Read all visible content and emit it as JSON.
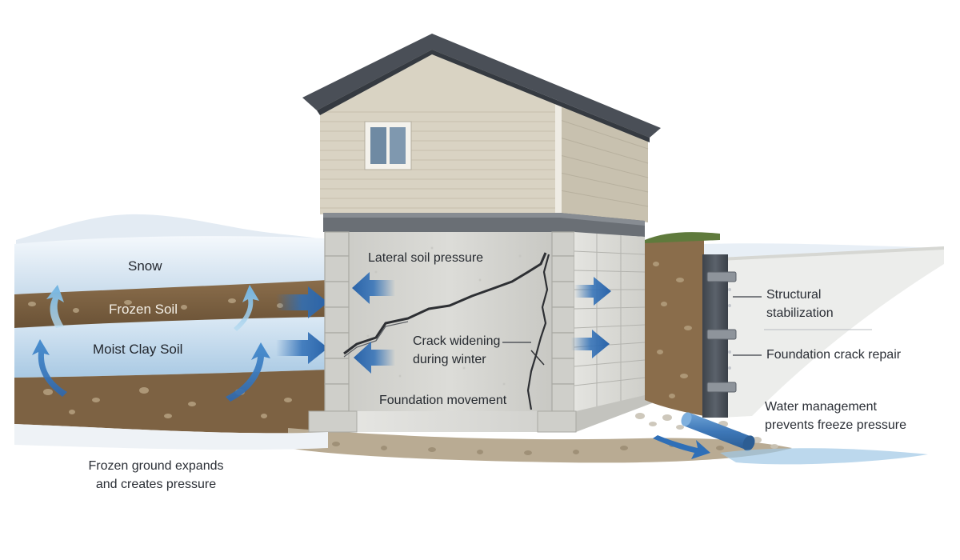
{
  "labels": {
    "snow": "Snow",
    "frozen_soil": "Frozen Soil",
    "moist_clay_soil": "Moist Clay Soil",
    "lateral_soil_pressure": "Lateral soil pressure",
    "crack_widening_line1": "Crack widening",
    "crack_widening_line2": "during winter",
    "foundation_movement": "Foundation movement",
    "structural_stabilization_line1": "Structural",
    "structural_stabilization_line2": "stabilization",
    "foundation_crack_repair": "Foundation crack repair",
    "water_management_line1": "Water management",
    "water_management_line2": "prevents freeze pressure",
    "caption_line1": "Frozen ground expands",
    "caption_line2": "and creates pressure"
  },
  "colors": {
    "arrow_blue": "#2f6fb7",
    "arrow_light": "#8cc4e6",
    "snow": "#e8f0f7",
    "frozen_soil": "#7a5f3f",
    "moist_clay": "#bcd6ea",
    "concrete": "#d3d3cf",
    "siding": "#d9d3c3",
    "roof": "#4a4f57"
  }
}
